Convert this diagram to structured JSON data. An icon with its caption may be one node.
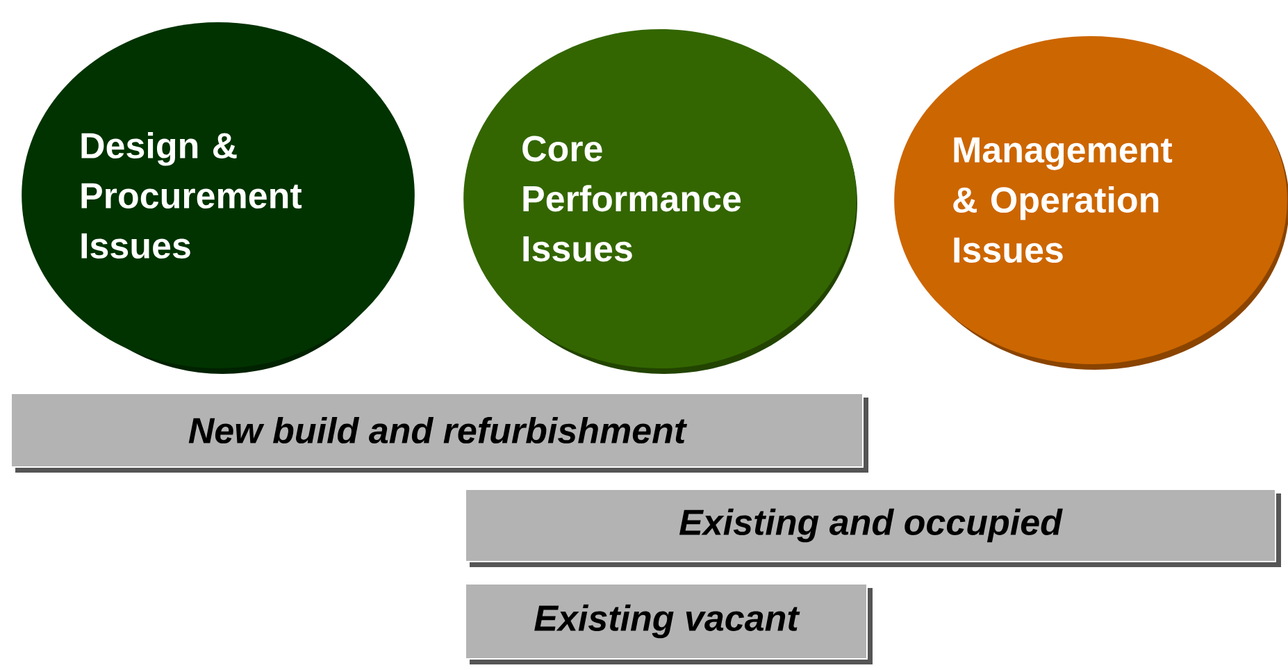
{
  "diagram": {
    "nodes": [
      {
        "text": [
          "Design & Procurement Issues"
        ]
      },
      {
        "text": [
          "Core Performance Issues"
        ]
      },
      {
        "text": [
          "Management & Operation Issues"
        ]
      },
      {
        "text": [
          "New build and refurbishment"
        ]
      },
      {
        "text": [
          "Existing and occupied"
        ]
      },
      {
        "text": [
          "Existing vacant"
        ]
      }
    ]
  }
}
